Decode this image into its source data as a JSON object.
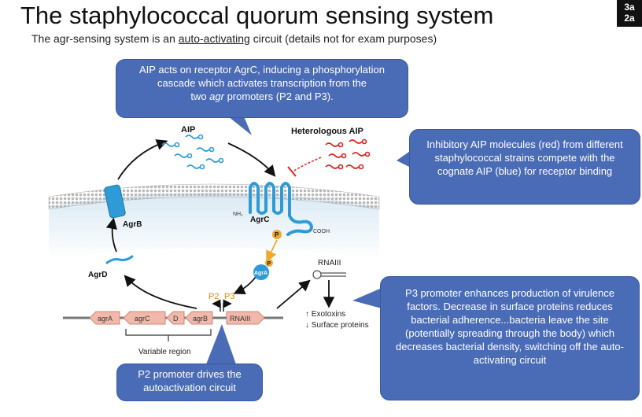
{
  "slide": {
    "title": "The staphylococcal quorum sensing system",
    "subtitle_prefix": "The agr-sensing system is an ",
    "subtitle_link": "auto-activating",
    "subtitle_suffix": " circuit (details not for exam purposes)",
    "badge_line1": "3a",
    "badge_line2": "2a"
  },
  "callouts": {
    "aip_action": {
      "line1": "AIP acts on receptor AgrC, inducing a phosphorylation",
      "line2": "cascade which activates transcription from the",
      "line3_prefix": "two ",
      "line3_italic": "agr",
      "line3_suffix": " promoters (P2 and P3)."
    },
    "inhibitory": "Inhibitory AIP molecules (red) from different staphylococcal strains compete with the cognate AIP (blue) for receptor binding",
    "p3": "P3 promoter enhances production of virulence factors. Decrease in surface proteins reduces bacterial adherence...bacteria leave the site (potentially spreading through the body) which decreases bacterial density, switching off the auto-activating circuit",
    "p2": "P2 promoter drives the autoactivation circuit"
  },
  "diagram": {
    "aip_label": "AIP",
    "heterologous_label": "Heterologous AIP",
    "agrb_label": "AgrB",
    "agrc_label": "AgrC",
    "nh2_label": "NH₂",
    "cooh_label": "COOH",
    "p_label": "P",
    "agra_label": "AgrA",
    "agrd_label": "AgrD",
    "p2_label": "P2",
    "p3_label": "P3",
    "rnaiii_label": "RNAIII",
    "exotoxins_label": "Exotoxins",
    "surface_label": "Surface proteins",
    "variable_region_label": "Variable region",
    "genes": [
      "agrA",
      "agrC",
      "D",
      "agrB",
      "RNAIII"
    ]
  },
  "colors": {
    "callout_fill": "#4a6bb5",
    "aip_blue": "#2e9bd6",
    "heterologous_red": "#e02020",
    "gene_pink": "#f2b8aa",
    "phosphate_orange": "#f0a830",
    "membrane_grey": "#c8c8c8"
  }
}
